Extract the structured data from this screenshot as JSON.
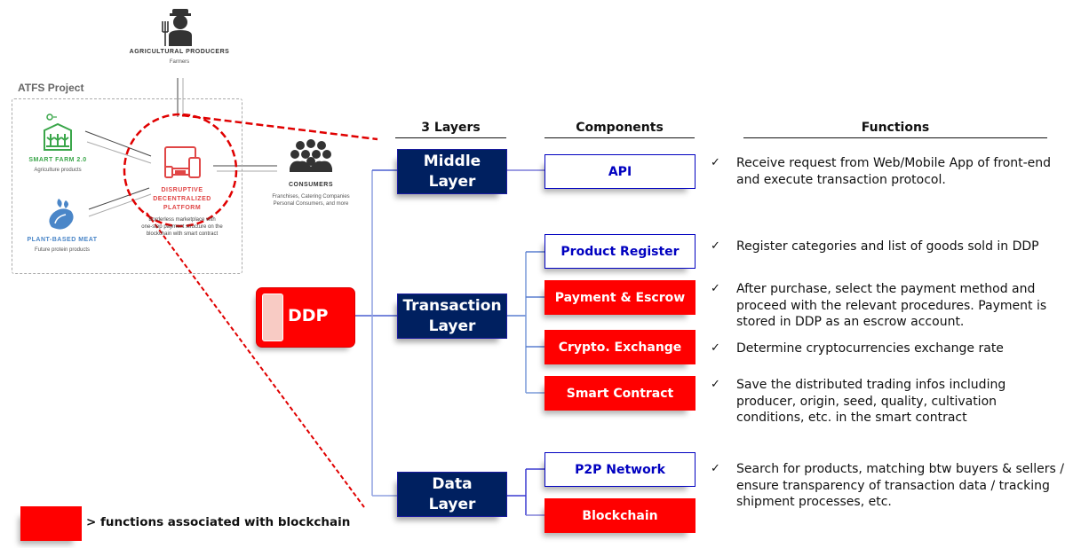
{
  "atfs": {
    "title": "ATFS Project",
    "producers": {
      "title": "AGRICULTURAL PRODUCERS",
      "subtitle": "Farmers",
      "icon": "farmer-icon"
    },
    "smart_farm": {
      "title": "SMART FARM 2.0",
      "subtitle": "Agriculture products",
      "icon": "greenhouse-icon",
      "color": "#3aa64a"
    },
    "plant_meat": {
      "title": "PLANT-BASED MEAT",
      "subtitle": "Future protein products",
      "icon": "meat-leaf-icon",
      "color": "#4a86c8"
    },
    "platform": {
      "line1": "DISRUPTIVE",
      "line2": "DECENTRALIZED",
      "line3": "PLATFORM",
      "desc1": "Borderless marketplace with",
      "desc2": "one-step payment structure on the",
      "desc3": "blockchain with smart contract",
      "icon": "devices-icon",
      "color": "#e04646"
    },
    "consumers": {
      "title": "CONSUMERS",
      "subtitle1": "Franchises, Catering Companies",
      "subtitle2": "Personal Consumers, and more",
      "icon": "crowd-icon"
    }
  },
  "ddp": {
    "label": "DDP",
    "color": "#ff0000"
  },
  "headers": {
    "layers": "3 Layers",
    "components": "Components",
    "functions": "Functions"
  },
  "layers": [
    {
      "line1": "Middle",
      "line2": "Layer"
    },
    {
      "line1": "Transaction",
      "line2": "Layer"
    },
    {
      "line1": "Data",
      "line2": "Layer"
    }
  ],
  "components": [
    {
      "label": "API",
      "blockchain": false
    },
    {
      "label": "Product Register",
      "blockchain": false
    },
    {
      "label": "Payment & Escrow",
      "blockchain": true
    },
    {
      "label": "Crypto. Exchange",
      "blockchain": true
    },
    {
      "label": "Smart Contract",
      "blockchain": true
    },
    {
      "label": "P2P Network",
      "blockchain": false
    },
    {
      "label": "Blockchain",
      "blockchain": true
    }
  ],
  "functions": [
    {
      "check": "✓",
      "text": "Receive request from Web/Mobile App of front-end and execute transaction protocol."
    },
    {
      "check": "✓",
      "text": "Register categories and list of goods sold in DDP"
    },
    {
      "check": "✓",
      "text": "After purchase, select the payment method and proceed with the relevant procedures. Payment is stored in DDP as an escrow account."
    },
    {
      "check": "✓",
      "text": "Determine cryptocurrencies exchange rate"
    },
    {
      "check": "✓",
      "text": "Save the distributed trading infos including producer, origin, seed, quality, cultivation conditions, etc. in the smart contract"
    },
    {
      "check": "✓",
      "text": "Search for products, matching btw buyers & sellers / ensure transparency of transaction data / tracking shipment processes, etc."
    }
  ],
  "legend": {
    "text": ">  functions associated with blockchain",
    "color": "#ff0000"
  },
  "colors": {
    "layer_bg": "#002060",
    "component_border": "#0000c0",
    "blockchain_red": "#ff0000",
    "connector": "#4a5fd0"
  }
}
